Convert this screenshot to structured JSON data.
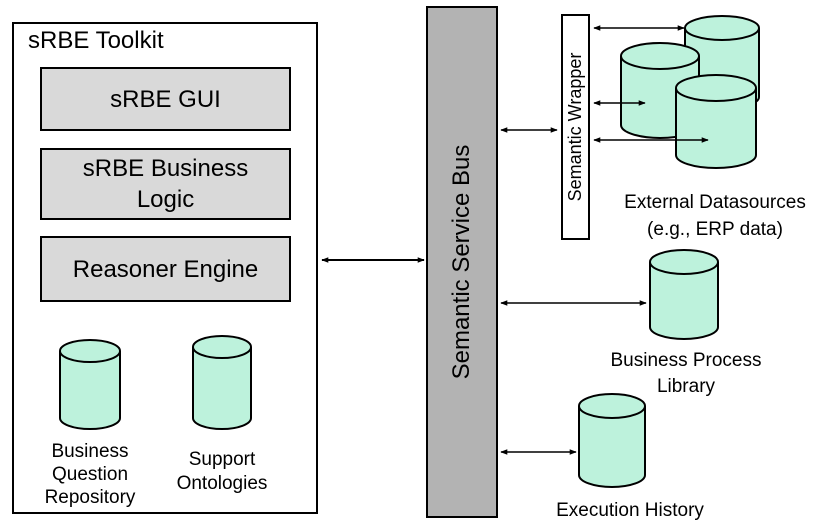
{
  "toolkit": {
    "title": "sRBE Toolkit",
    "components": [
      "sRBE GUI",
      "sRBE Business\nLogic",
      "Reasoner Engine"
    ],
    "repositories": [
      "Business\nQuestion\nRepository",
      "Support\nOntologies"
    ]
  },
  "bus": {
    "label": "Semantic Service Bus"
  },
  "wrapper": {
    "label": "Semantic Wrapper"
  },
  "external": {
    "label": "External Datasources\n(e.g., ERP data)"
  },
  "library": {
    "label": "Business Process\nLibrary"
  },
  "history": {
    "label": "Execution History"
  },
  "colors": {
    "cylinder_fill": "#bdf2dc",
    "component_fill": "#d9d9d9",
    "bus_fill": "#b3b3b3"
  }
}
